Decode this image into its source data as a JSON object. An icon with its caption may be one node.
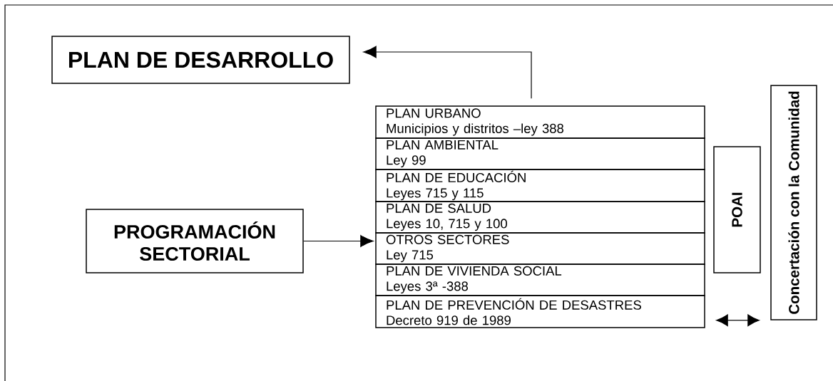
{
  "diagram": {
    "nodes": [
      {
        "text": [
          "PLAN DE DESARROLLO"
        ]
      },
      {
        "text": [
          "PROGRAMACIÓN SECTORIAL"
        ]
      },
      {
        "text": [
          "PLAN URBANO",
          "Municipios y distritos –ley 388"
        ]
      },
      {
        "text": [
          "PLAN AMBIENTAL",
          "Ley 99"
        ]
      },
      {
        "text": [
          "PLAN DE EDUCACIÓN",
          "Leyes 715 y 115"
        ]
      },
      {
        "text": [
          "PLAN DE SALUD",
          "Leyes 10, 715 y 100"
        ]
      },
      {
        "text": [
          "OTROS SECTORES",
          "Ley 715"
        ]
      },
      {
        "text": [
          "PLAN DE VIVIENDA SOCIAL",
          "Leyes 3ª -388"
        ]
      },
      {
        "text": [
          "PLAN DE PREVENCIÓN DE DESASTRES",
          "Decreto 919 de 1989"
        ]
      },
      {
        "text": [
          "POAI"
        ]
      },
      {
        "text": [
          "Concertación con la Comunidad"
        ]
      }
    ],
    "edges": [
      {
        "from": 2,
        "to": 0,
        "arrow": "to"
      },
      {
        "from": 1,
        "to": 6,
        "arrow": "to"
      },
      {
        "from": 8,
        "to": 10,
        "arrow": "both"
      }
    ]
  }
}
